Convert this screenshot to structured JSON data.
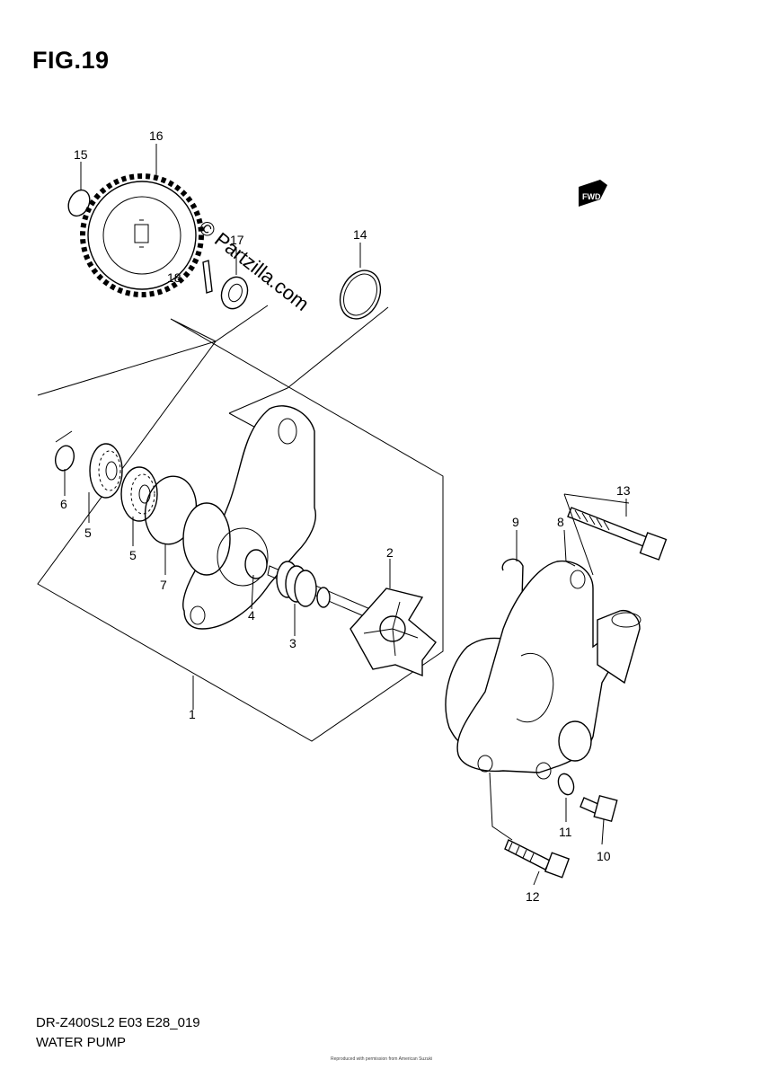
{
  "figure_title": "FIG.19",
  "watermark": "© Partzilla.com",
  "fwd_badge": "FWD",
  "model_code": "DR-Z400SL2 E03 E28_019",
  "part_name": "WATER PUMP",
  "footer_small": "Reproduced with permission from American Suzuki",
  "callouts": [
    "1",
    "2",
    "3",
    "4",
    "5",
    "5",
    "6",
    "7",
    "8",
    "9",
    "10",
    "11",
    "12",
    "13",
    "14",
    "15",
    "16",
    "17",
    "18"
  ]
}
